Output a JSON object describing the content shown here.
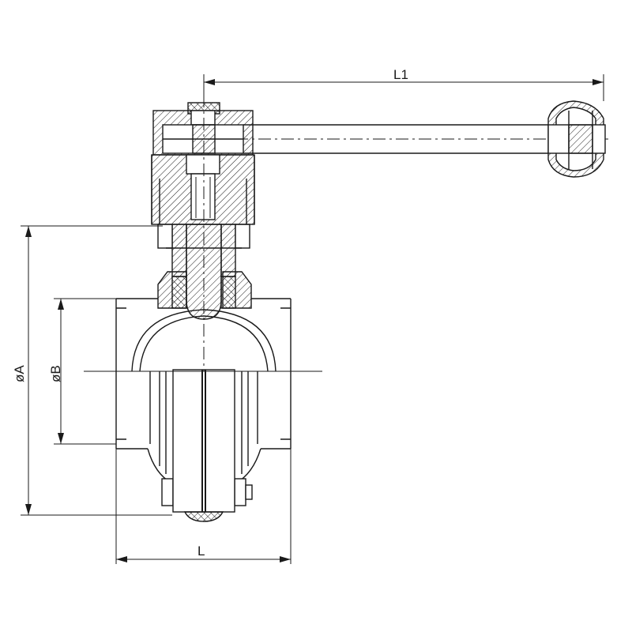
{
  "dimensions": {
    "L1": "L1",
    "L": "L",
    "A": "øA",
    "B": "øB"
  }
}
